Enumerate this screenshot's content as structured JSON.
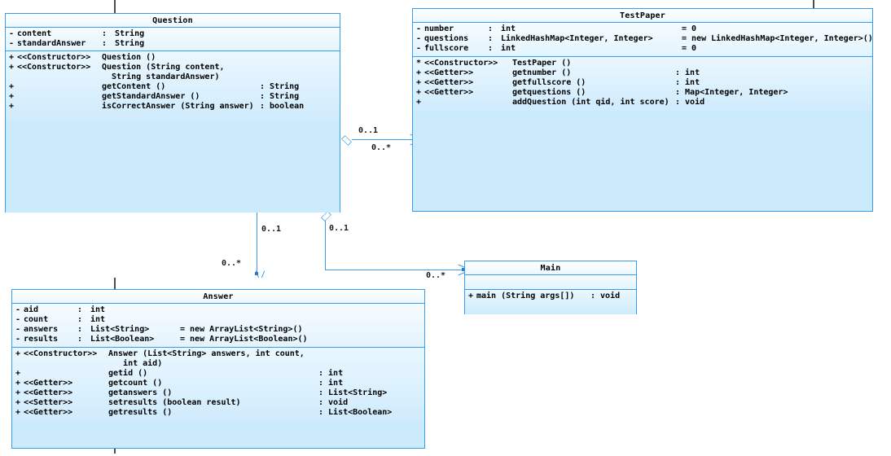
{
  "diagram": {
    "type": "uml-class-diagram",
    "background": "#ffffff",
    "accent": "#3a9ced",
    "body_fill": "#cbeafc"
  },
  "classes": {
    "question": {
      "name": "Question",
      "attributes": [
        {
          "vis": "-",
          "name": "content",
          "sep": ": ",
          "type": "String",
          "default": ""
        },
        {
          "vis": "-",
          "name": "standardAnswer",
          "sep": ": ",
          "type": "String",
          "default": ""
        }
      ],
      "operations": [
        {
          "vis": "+",
          "stereotype": "<<Constructor>>",
          "signature": "Question ()",
          "ret": ""
        },
        {
          "vis": "+",
          "stereotype": "<<Constructor>>",
          "signature": "Question (String content,",
          "ret": ""
        },
        {
          "vis": "",
          "stereotype": "",
          "signature": "  String standardAnswer)",
          "ret": ""
        },
        {
          "vis": "+",
          "stereotype": "",
          "signature": "getContent ()",
          "ret": ": String"
        },
        {
          "vis": "+",
          "stereotype": "",
          "signature": "getStandardAnswer ()",
          "ret": ": String"
        },
        {
          "vis": "+",
          "stereotype": "",
          "signature": "isCorrectAnswer (String answer)",
          "ret": ": boolean"
        }
      ]
    },
    "testpaper": {
      "name": "TestPaper",
      "attributes": [
        {
          "vis": "-",
          "name": "number",
          "sep": ": ",
          "type": "int",
          "default": "= 0"
        },
        {
          "vis": "-",
          "name": "questions",
          "sep": ": ",
          "type": "LinkedHashMap<Integer, Integer>",
          "default": "= new LinkedHashMap<Integer, Integer>()"
        },
        {
          "vis": "-",
          "name": "fullscore",
          "sep": ": ",
          "type": "int",
          "default": "= 0"
        }
      ],
      "operations": [
        {
          "vis": "*",
          "stereotype": "<<Constructor>>",
          "signature": "TestPaper ()",
          "ret": ""
        },
        {
          "vis": "+",
          "stereotype": "<<Getter>>",
          "signature": "getnumber ()",
          "ret": ": int"
        },
        {
          "vis": "+",
          "stereotype": "<<Getter>>",
          "signature": "getfullscore ()",
          "ret": ": int"
        },
        {
          "vis": "+",
          "stereotype": "<<Getter>>",
          "signature": "getquestions ()",
          "ret": ": Map<Integer, Integer>"
        },
        {
          "vis": "+",
          "stereotype": "",
          "signature": "addQuestion (int qid, int score)",
          "ret": ": void"
        }
      ]
    },
    "answer": {
      "name": "Answer",
      "attributes": [
        {
          "vis": "-",
          "name": "aid",
          "sep": ": ",
          "type": "int",
          "default": ""
        },
        {
          "vis": "-",
          "name": "count",
          "sep": ": ",
          "type": "int",
          "default": ""
        },
        {
          "vis": "-",
          "name": "answers",
          "sep": ": ",
          "type": "List<String>",
          "default": "= new ArrayList<String>()"
        },
        {
          "vis": "-",
          "name": "results",
          "sep": ": ",
          "type": "List<Boolean>",
          "default": "= new ArrayList<Boolean>()"
        }
      ],
      "operations": [
        {
          "vis": "+",
          "stereotype": "<<Constructor>>",
          "signature": "Answer (List<String> answers, int count,",
          "ret": ""
        },
        {
          "vis": "",
          "stereotype": "",
          "signature": "   int aid)",
          "ret": ""
        },
        {
          "vis": "+",
          "stereotype": "",
          "signature": "getid ()",
          "ret": ": int"
        },
        {
          "vis": "+",
          "stereotype": "<<Getter>>",
          "signature": "getcount ()",
          "ret": ": int"
        },
        {
          "vis": "+",
          "stereotype": "<<Getter>>",
          "signature": "getanswers ()",
          "ret": ": List<String>"
        },
        {
          "vis": "+",
          "stereotype": "<<Setter>>",
          "signature": "setresults (boolean result)",
          "ret": ": void"
        },
        {
          "vis": "+",
          "stereotype": "<<Getter>>",
          "signature": "getresults ()",
          "ret": ": List<Boolean>"
        }
      ]
    },
    "main": {
      "name": "Main",
      "attributes": [],
      "operations": [
        {
          "vis": "+",
          "stereotype": "",
          "signature": "main (String args[])",
          "ret": ": void"
        }
      ]
    }
  },
  "associations": [
    {
      "id": "question-testpaper",
      "from": "Question",
      "to": "TestPaper",
      "source_multiplicity": "0..1",
      "target_multiplicity": "0..*",
      "source_decoration": "aggregation-diamond",
      "target_decoration": "open-arrow"
    },
    {
      "id": "question-answer",
      "from": "Question",
      "to": "Answer",
      "source_multiplicity": "0..1",
      "target_multiplicity": "0..*",
      "source_decoration": "none",
      "target_decoration": "open-arrow"
    },
    {
      "id": "question-main",
      "from": "Question",
      "to": "Main",
      "source_multiplicity": "0..1",
      "target_multiplicity": "0..*",
      "source_decoration": "aggregation-diamond",
      "target_decoration": "open-arrow"
    }
  ]
}
